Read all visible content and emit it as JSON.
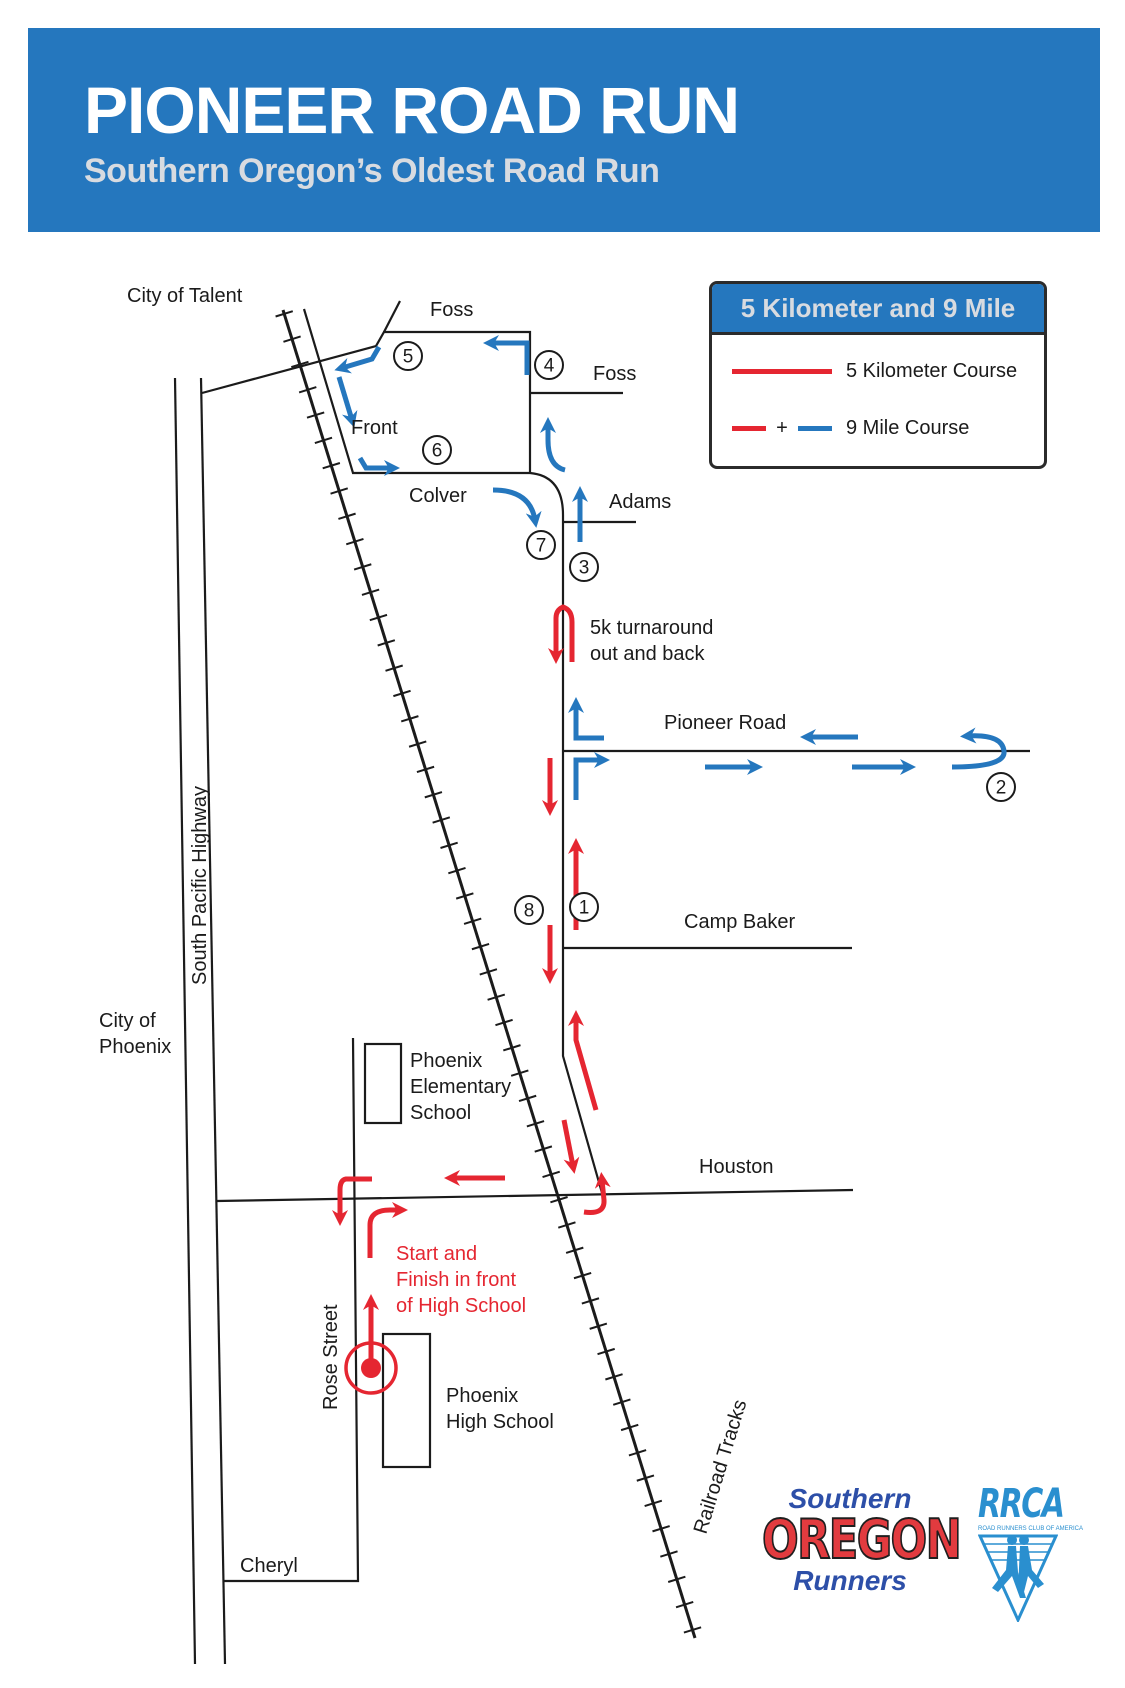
{
  "header": {
    "title": "PIONEER ROAD RUN",
    "subtitle": "Southern Oregon’s Oldest Road Run"
  },
  "legend": {
    "title": "5 Kilometer and 9 Mile",
    "items": [
      {
        "label": "5 Kilometer Course",
        "style": "red-solid"
      },
      {
        "label": "9 Mile Course",
        "style": "red-plus-blue",
        "plus": "+"
      }
    ]
  },
  "colors": {
    "brand_blue": "#2577be",
    "course_5k_red": "#e52631",
    "course_9mile_blue": "#2577be",
    "road_black": "#1b1b1b"
  },
  "places": {
    "city_talent": "City of Talent",
    "city_phoenix_line1": "City of",
    "city_phoenix_line2": "Phoenix"
  },
  "streets": {
    "foss_north": "Foss",
    "foss_east": "Foss",
    "front": "Front",
    "colver": "Colver",
    "adams": "Adams",
    "pioneer": "Pioneer Road",
    "camp_baker": "Camp Baker",
    "houston": "Houston",
    "cheryl": "Cheryl",
    "rose": "Rose Street",
    "highway": "South Pacific Highway",
    "railroad": "Railroad Tracks"
  },
  "landmarks": {
    "elementary": [
      "Phoenix",
      "Elementary",
      "School"
    ],
    "high_school": [
      "Phoenix",
      "High School"
    ]
  },
  "annotations": {
    "turnaround": [
      "5k turnaround",
      "out and back"
    ],
    "start_finish": [
      "Start and",
      "Finish in front",
      "of High School"
    ]
  },
  "markers": [
    "1",
    "2",
    "3",
    "4",
    "5",
    "6",
    "7",
    "8"
  ],
  "logos": {
    "sor_line1": "Southern",
    "sor_line2": "OREGON",
    "sor_line3": "Runners",
    "rrca": "RRCA",
    "rrca_sub": "ROAD RUNNERS CLUB OF AMERICA"
  }
}
